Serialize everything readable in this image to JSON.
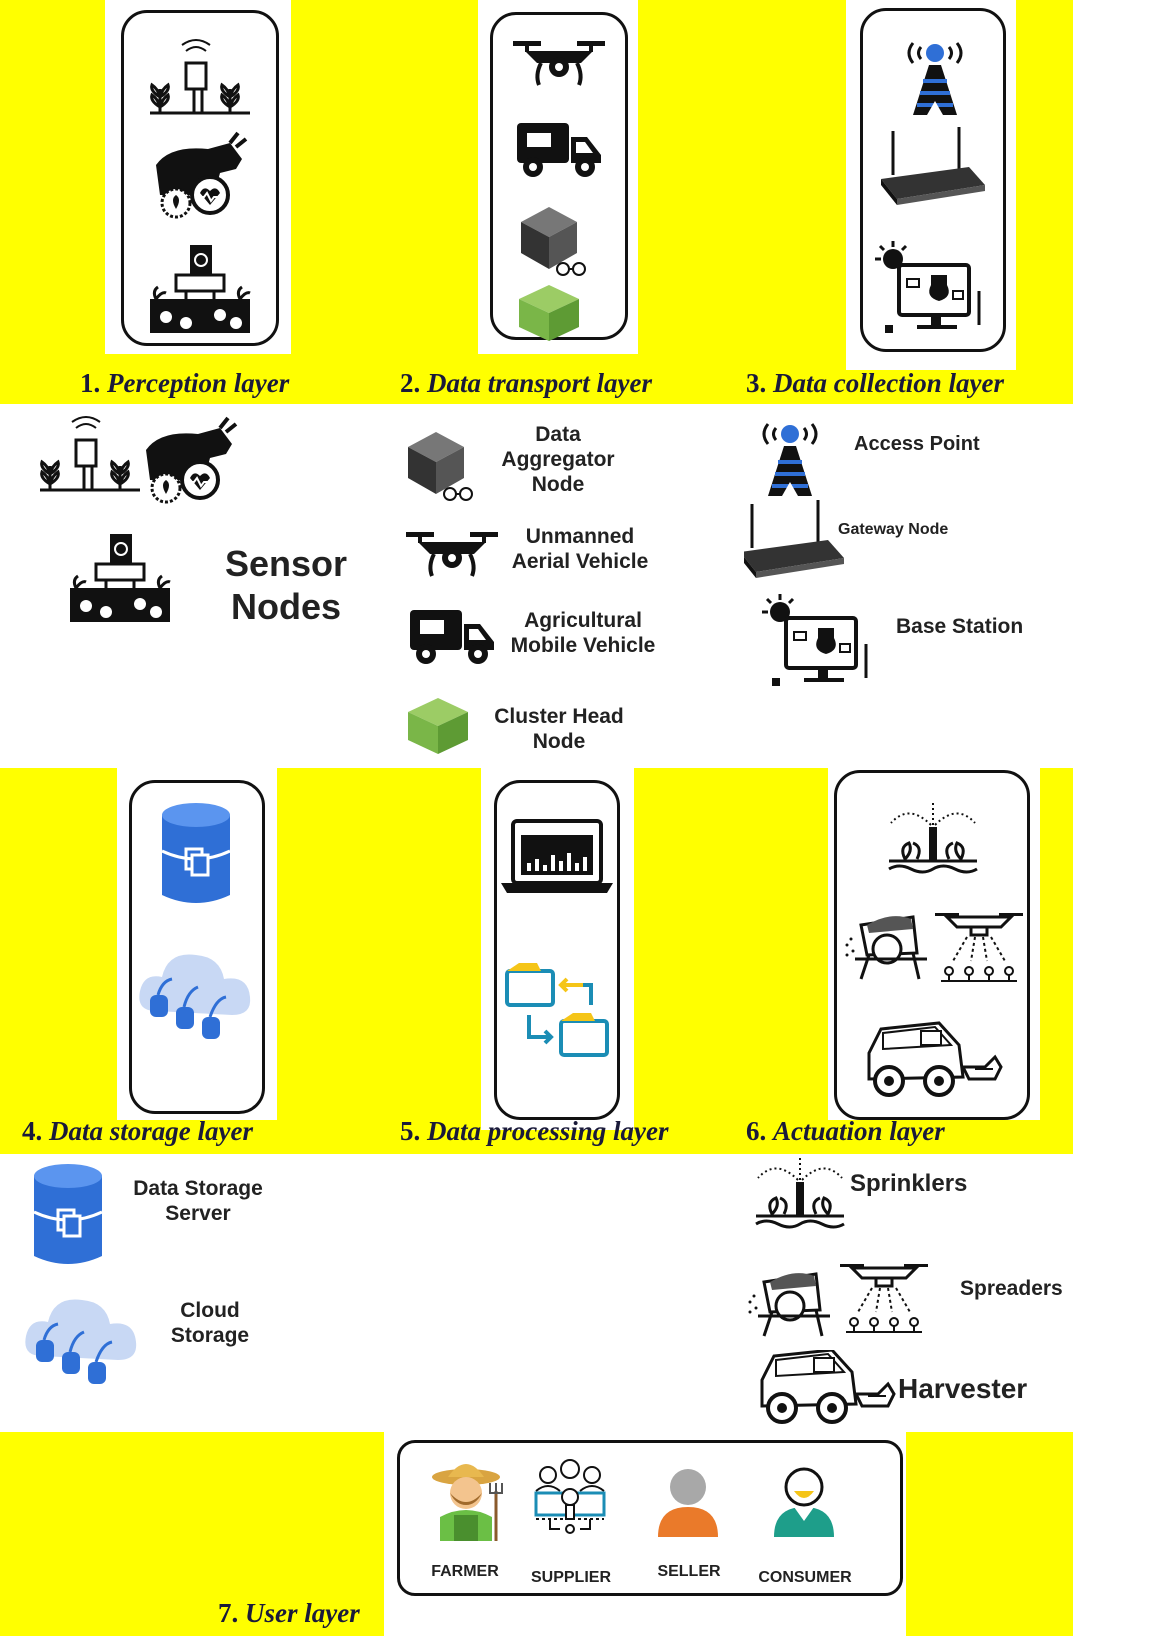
{
  "layers": [
    {
      "num": "1.",
      "name": "Perception layer"
    },
    {
      "num": "2.",
      "name": "Data transport layer"
    },
    {
      "num": "3.",
      "name": "Data collection layer"
    },
    {
      "num": "4.",
      "name": "Data storage layer"
    },
    {
      "num": "5.",
      "name": "Data processing layer"
    },
    {
      "num": "6.",
      "name": "Actuation layer"
    },
    {
      "num": "7.",
      "name": "User layer"
    }
  ],
  "perception": {
    "label": "Sensor\nNodes"
  },
  "transport": {
    "items": [
      {
        "label": "Data\nAggregator\nNode"
      },
      {
        "label": "Unmanned\nAerial Vehicle"
      },
      {
        "label": "Agricultural\nMobile Vehicle"
      },
      {
        "label": "Cluster Head\nNode"
      }
    ]
  },
  "collection": {
    "items": [
      {
        "label": "Access Point"
      },
      {
        "label": "Gateway Node"
      },
      {
        "label": "Base Station"
      }
    ]
  },
  "storage": {
    "items": [
      {
        "label": "Data Storage\nServer"
      },
      {
        "label": "Cloud\nStorage"
      }
    ]
  },
  "actuation": {
    "items": [
      {
        "label": "Sprinklers"
      },
      {
        "label": "Spreaders"
      },
      {
        "label": "Harvester"
      }
    ]
  },
  "users": {
    "items": [
      {
        "label": "FARMER"
      },
      {
        "label": "SUPPLIER"
      },
      {
        "label": "SELLER"
      },
      {
        "label": "CONSUMER"
      }
    ]
  },
  "colors": {
    "highlight": "#ffff00",
    "accent_blue": "#2f6fd6",
    "cube_green": "#7ab648",
    "folder_teal": "#1b8db5",
    "folder_yellow": "#f5c518"
  }
}
